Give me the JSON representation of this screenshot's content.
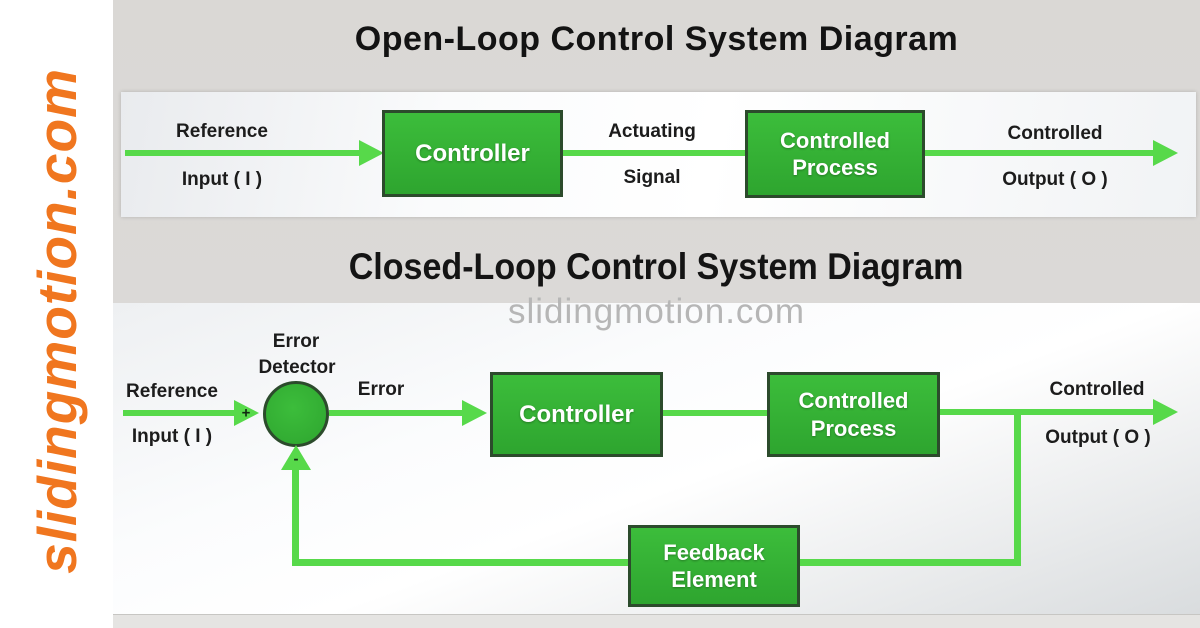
{
  "sidebar": {
    "watermark": "slidingmotion.com"
  },
  "open_loop": {
    "title": "Open-Loop Control System Diagram",
    "labels": {
      "reference_line1": "Reference",
      "reference_line2": "Input ( I )",
      "actuating_line1": "Actuating",
      "actuating_line2": "Signal",
      "output_line1": "Controlled",
      "output_line2": "Output ( O )"
    },
    "blocks": {
      "controller": "Controller",
      "process_line1": "Controlled",
      "process_line2": "Process"
    }
  },
  "closed_loop": {
    "title": "Closed-Loop Control System Diagram",
    "watermark": "slidingmotion.com",
    "labels": {
      "error_detector_line1": "Error",
      "error_detector_line2": "Detector",
      "reference_line1": "Reference",
      "reference_line2": "Input ( I )",
      "error": "Error",
      "output_line1": "Controlled",
      "output_line2": "Output ( O )",
      "plus_sign": "+",
      "minus_sign": "-"
    },
    "blocks": {
      "controller": "Controller",
      "process_line1": "Controlled",
      "process_line2": "Process",
      "feedback_line1": "Feedback",
      "feedback_line2": "Element"
    }
  },
  "colors": {
    "accent_orange": "#f0761f",
    "block_green": "#35b335",
    "arrow_green": "#57d94a",
    "title_band_gray": "#dad8d5",
    "watermark_gray": "#b6b6b6"
  }
}
